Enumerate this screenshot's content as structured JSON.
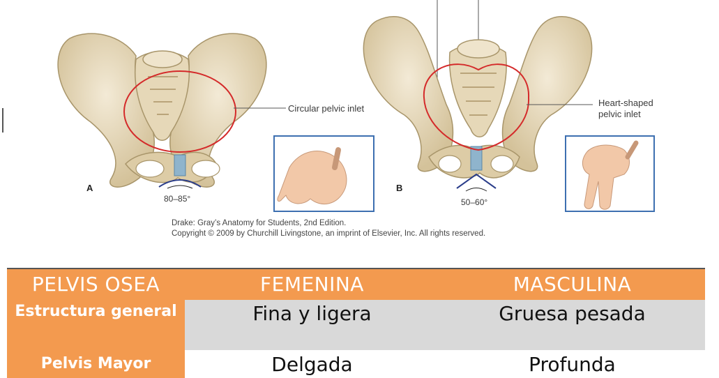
{
  "figure": {
    "panel_a": {
      "letter": "A",
      "callout": "Circular pelvic inlet",
      "angle": "80–85°"
    },
    "panel_b": {
      "letter": "B",
      "callout_line1": "Heart-shaped",
      "callout_line2": "pelvic inlet",
      "angle": "50–60°"
    },
    "credit_line1": "Drake: Gray’s Anatomy for Students, 2nd Edition.",
    "credit_line2": "Copyright © 2009 by Churchill Livingstone, an imprint of Elsevier, Inc. All rights reserved.",
    "colors": {
      "bone": "#e8dcc0",
      "bone_shadow": "#c9b892",
      "inlet": "#d42a2a",
      "disc": "#8fb4cc",
      "box_border": "#3d6fb0",
      "hand": "#f2c8a8"
    }
  },
  "table": {
    "headers": [
      "PELVIS OSEA",
      "FEMENINA",
      "MASCULINA"
    ],
    "rows": [
      {
        "label": "Estructura general",
        "femenina": "Fina y ligera",
        "masculina": "Gruesa pesada"
      },
      {
        "label": "Pelvis Mayor",
        "femenina": "Delgada",
        "masculina": "Profunda"
      }
    ],
    "colors": {
      "header_bg": "#f39a4f",
      "row_gray": "#d9d9d9",
      "text_white": "#ffffff"
    }
  }
}
